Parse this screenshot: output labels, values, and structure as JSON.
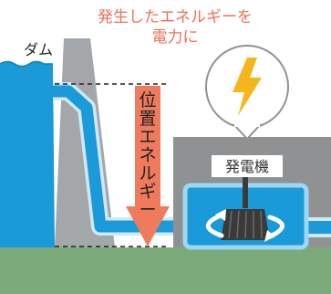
{
  "headline": {
    "line1": "発生したエネルギーを",
    "line2": "電力に"
  },
  "dam_label": "ダム",
  "arrow_label_chars": [
    "位",
    "置",
    "エ",
    "ネ",
    "ル",
    "ギ",
    "ー"
  ],
  "plant_label": "発電機",
  "icons": [
    "lightning-bolt-icon",
    "turbine-rotation-icon"
  ],
  "colors": {
    "headline_text": "#ee6f55",
    "arrow": "#ef7a5c",
    "water": "#1a9ad8",
    "water_light": "#7cc8f0",
    "dam_gray": "#a3a7aa",
    "building": "#8f9193",
    "ground": "#7bab7b",
    "bolt": "#f5b51d"
  }
}
